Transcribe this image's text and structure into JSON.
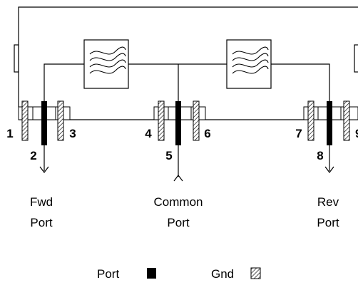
{
  "pins": [
    "1",
    "2",
    "3",
    "4",
    "5",
    "6",
    "7",
    "8",
    "9"
  ],
  "ports": [
    {
      "line1": "Fwd",
      "line2": "Port"
    },
    {
      "line1": "Common",
      "line2": "Port"
    },
    {
      "line1": "Rev",
      "line2": "Port"
    }
  ],
  "legend": {
    "port": "Port",
    "gnd": "Gnd"
  }
}
